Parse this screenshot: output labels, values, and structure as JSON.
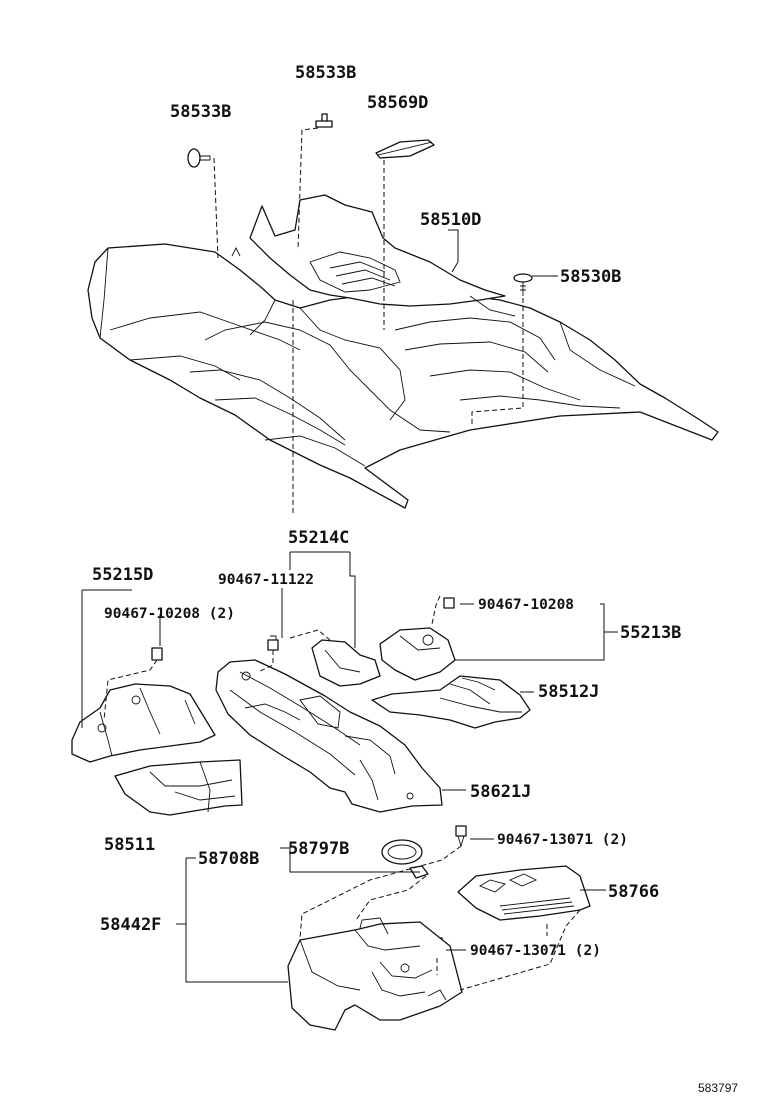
{
  "labels": {
    "p58533B_a": "58533B",
    "p58533B_b": "58533B",
    "p58569D": "58569D",
    "p58510D": "58510D",
    "p58530B": "58530B",
    "p55214C": "55214C",
    "p55215D": "55215D",
    "p90467_11122": "90467-11122",
    "p90467_10208_2": "90467-10208 (2)",
    "p90467_10208": "90467-10208",
    "p55213B": "55213B",
    "p58512J": "58512J",
    "p58621J": "58621J",
    "p58511": "58511",
    "p90467_13071_a": "90467-13071 (2)",
    "p58797B": "58797B",
    "p58708B": "58708B",
    "p58766": "58766",
    "p58442F": "58442F",
    "p90467_13071_b": "90467-13071 (2)"
  },
  "diagram_ref": "583797",
  "colors": {
    "line": "#111111",
    "background": "#ffffff"
  }
}
